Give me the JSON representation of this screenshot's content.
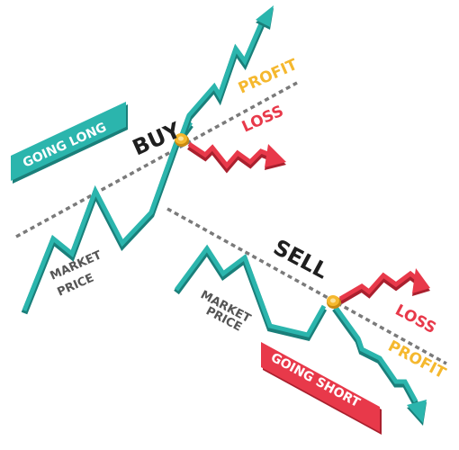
{
  "long": {
    "badge": "GOING LONG",
    "action": "BUY",
    "profit": "PROFIT",
    "loss": "LOSS",
    "market_line1": "MARKET",
    "market_line2": "PRICE"
  },
  "short": {
    "badge": "GOING SHORT",
    "action": "SELL",
    "profit": "PROFIT",
    "loss": "LOSS",
    "market_line1": "MARKET",
    "market_line2": "PRICE"
  },
  "colors": {
    "teal": "#2bb5ad",
    "teal_dark": "#1a7f7a",
    "red": "#e8394a",
    "red_dark": "#a9202e",
    "gold": "#f5b82e",
    "gold_dark": "#c98a12",
    "ink": "#1f1f1f",
    "gray_text": "#555555",
    "dash": "#7a7a7a",
    "white": "#ffffff"
  }
}
